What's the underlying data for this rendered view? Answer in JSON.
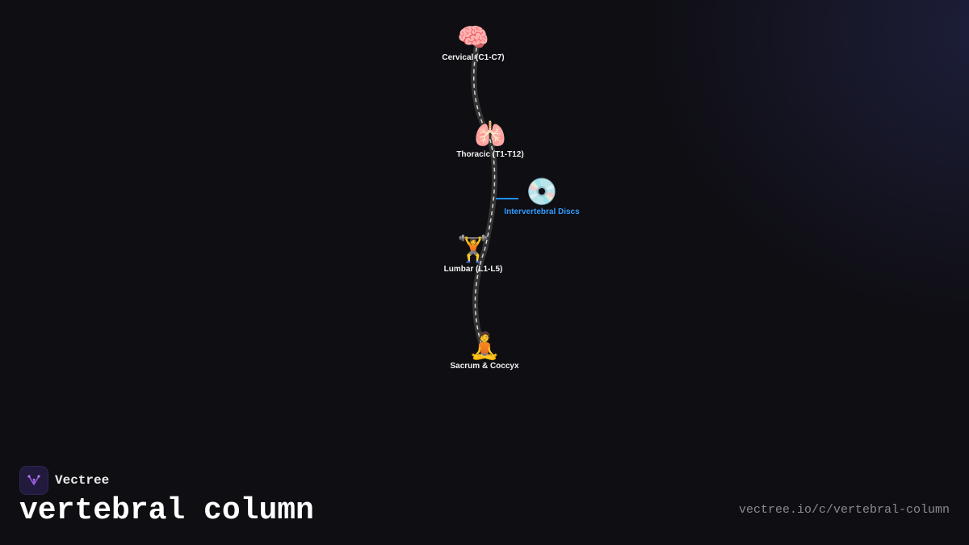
{
  "diagram": {
    "nodes": [
      {
        "id": "cervical",
        "label": "Cervical (C1-C7)",
        "icon": "brain-icon",
        "emoji": "🧠"
      },
      {
        "id": "thoracic",
        "label": "Thoracic (T1-T12)",
        "icon": "lungs-icon",
        "emoji": "🫁"
      },
      {
        "id": "discs",
        "label": "Intervertebral Discs",
        "icon": "disc-icon",
        "emoji": "💿"
      },
      {
        "id": "lumbar",
        "label": "Lumbar (L1-L5)",
        "icon": "weightlifter-icon",
        "emoji": "🏋️"
      },
      {
        "id": "sacrum",
        "label": "Sacrum & Coccyx",
        "icon": "meditating-person-icon",
        "emoji": "🧘"
      }
    ],
    "colors": {
      "spine_path": "#333333",
      "spine_dash": "#d8d8d8",
      "branch_link": "#1f8fff",
      "label": "#f2f2f2",
      "branch_label": "#2f9bff"
    }
  },
  "brand": {
    "name": "Vectree",
    "logo_icon": "vectree-logo-icon",
    "logo_color": "#9b5de5"
  },
  "title": "vertebral column",
  "url": "vectree.io/c/vertebral-column"
}
